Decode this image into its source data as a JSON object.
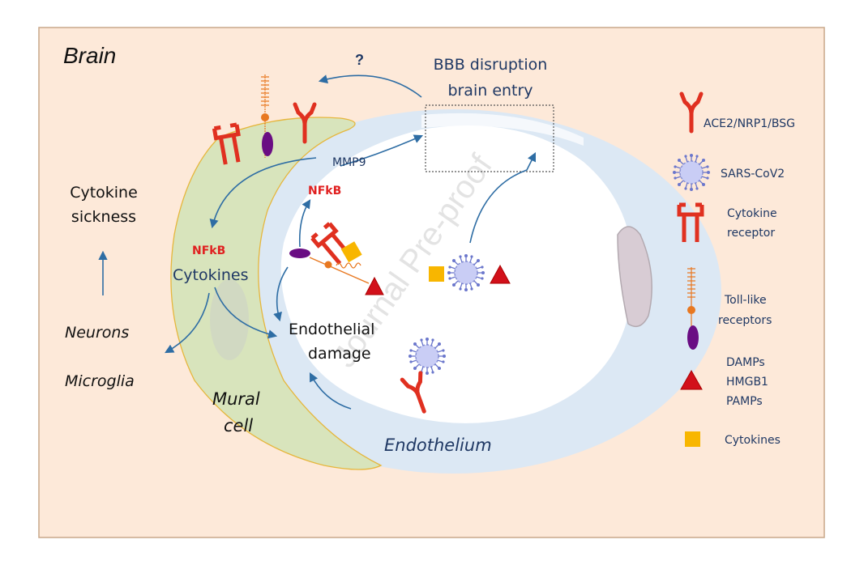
{
  "title": "Brain",
  "question_mark": "?",
  "bbb": {
    "line1": "BBB disruption",
    "line2": "brain entry"
  },
  "mmp9": "MMP9",
  "nfkb_endo": "NFkB",
  "nfkb_mural": "NFkB",
  "cytokines_label": "Cytokines",
  "endothelial_damage": {
    "line1": "Endothelial",
    "line2": "damage"
  },
  "cytokine_sickness": {
    "line1": "Cytokine",
    "line2": "sickness"
  },
  "neurons": "Neurons",
  "microglia": "Microglia",
  "mural_cell": {
    "line1": "Mural",
    "line2": "cell"
  },
  "endothelium": "Endothelium",
  "watermark": "Journal Pre-proof",
  "legend": {
    "ace2": "ACE2/NRP1/BSG",
    "virus": "SARS-CoV2",
    "cytokine_receptor": {
      "line1": "Cytokine",
      "line2": "receptor"
    },
    "tlr": {
      "line1": "Toll-like",
      "line2": "receptors"
    },
    "damps": {
      "line1": "DAMPs",
      "line2": "HMGB1",
      "line3": "PAMPs"
    },
    "cytokines": "Cytokines"
  },
  "colors": {
    "panel_bg": "#fde9d9",
    "panel_border": "#c8a88a",
    "endothelium": "#dce8f4",
    "lumen": "#ffffff",
    "mural_cell": "#d8e4bc",
    "receptor_red": "#e03020",
    "arrow_blue": "#2e6da4",
    "text_navy": "#1f3864",
    "nfkb_red": "#e02020",
    "cytokine_yellow": "#f8b600",
    "virus_blue": "#9eaae8",
    "tlr_purple": "#6a0d83",
    "tlr_orange": "#e87820"
  }
}
